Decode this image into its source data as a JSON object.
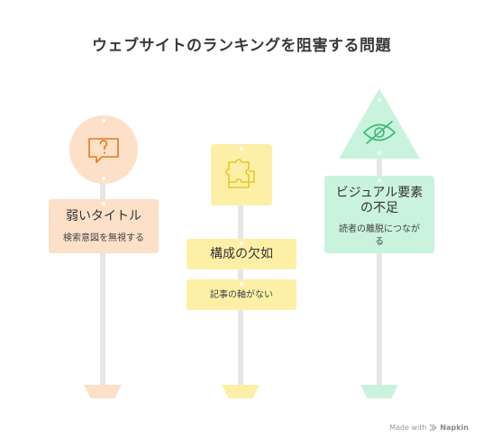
{
  "title": "ウェブサイトのランキングを阻害する問題",
  "signs": [
    {
      "title": "弱いタイトル",
      "subtitle": "検索意図を無視する",
      "icon": "speech-bubble-question-icon",
      "color_fill": "#fde0c8",
      "color_icon": "#e07a1f"
    },
    {
      "title": "構成の欠如",
      "subtitle": "記事の軸がない",
      "icon": "puzzle-icon",
      "color_fill": "#fdf0a6",
      "color_icon": "#e8c62f"
    },
    {
      "title_line1": "ビジュアル要素",
      "title_line2": "の不足",
      "subtitle_line1": "読者の離脱につなが",
      "subtitle_line2": "る",
      "icon": "eye-slash-icon",
      "color_fill": "#c9f3dd",
      "color_icon": "#3cb878"
    }
  ],
  "footer": {
    "made_with": "Made with",
    "brand": "Napkin"
  }
}
